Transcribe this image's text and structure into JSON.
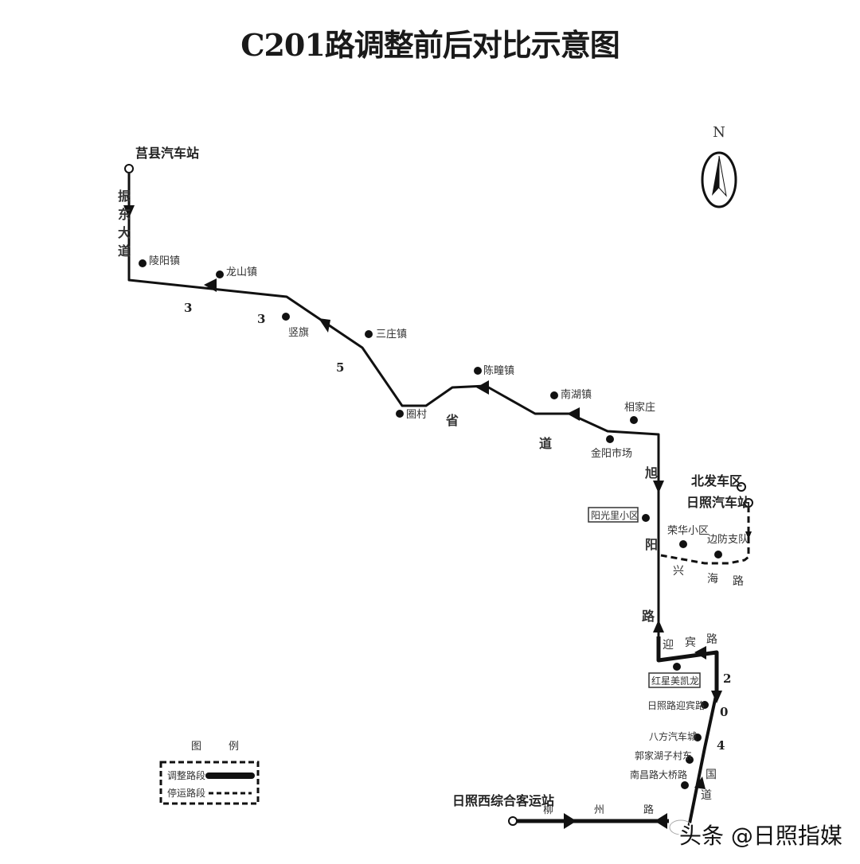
{
  "title": "C201路调整前后对比示意图",
  "compass": {
    "label": "N",
    "icon": "north-arrow-icon"
  },
  "terminals": {
    "juxian": "莒县汽车站",
    "beiguan": "北发车区",
    "rizhao_bus": "日照汽车站",
    "rizhao_west": "日照西综合客运站"
  },
  "stops": {
    "lingyang": "陵阳镇",
    "longshan": "龙山镇",
    "shuzhen": "竖旗",
    "sanzhuang": "三庄镇",
    "tuancun": "圈村",
    "chenqi": "陈疃镇",
    "nanhu": "南湖镇",
    "liujiazhuang": "相家庄",
    "jinyang": "金阳市场",
    "yangguang": "阳光里小区",
    "ronghua": "荣华小区",
    "bianfang": "边防支队",
    "hongxing": "红星美凯龙",
    "ribao_yingbin": "日照路迎宾路",
    "bafang": "八方汽车城",
    "guojia": "郭家湖子村东",
    "nanchang": "南昌路大桥路"
  },
  "roads": {
    "zhendong": [
      "振",
      "东",
      "大",
      "道"
    ],
    "provincial": {
      "digits": [
        "3",
        "3",
        "5"
      ],
      "chars": [
        "省",
        "道"
      ]
    },
    "xuyang": [
      "旭",
      "阳",
      "路"
    ],
    "xinghai": [
      "兴",
      "海",
      "路"
    ],
    "yingbin": [
      "迎",
      "宾",
      "路"
    ],
    "national": {
      "digits": [
        "2",
        "0",
        "4"
      ],
      "chars": [
        "国",
        "道"
      ]
    },
    "liuzhou": [
      "柳",
      "州",
      "路"
    ]
  },
  "legend": {
    "title_a": "图",
    "title_b": "例",
    "adjusted": "调整路段",
    "suspended": "停运路段"
  },
  "watermark": "头条 @日照指媒",
  "colors": {
    "route": "#111111",
    "background": "#ffffff",
    "text": "#333333"
  }
}
